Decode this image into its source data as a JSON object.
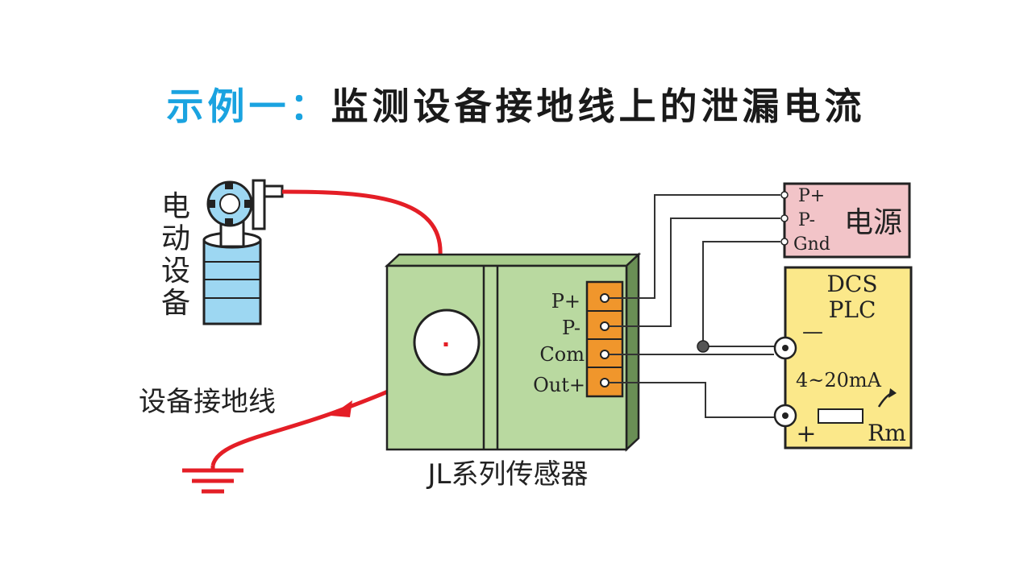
{
  "title": {
    "prefix": "示例一：",
    "text": "监测设备接地线上的泄漏电流"
  },
  "labels": {
    "motor": [
      "电",
      "动",
      "设",
      "备"
    ],
    "ground_wire": "设备接地线",
    "sensor": "JL系列传感器",
    "power_supply": "电源",
    "dcs_line1": "DCS",
    "dcs_line2": "PLC",
    "current_range": "4~20mA",
    "resistor": "Rm",
    "minus": "—",
    "plus": "+"
  },
  "sensor_terminals": [
    "P+",
    "P-",
    "Com",
    "Out+"
  ],
  "power_terminals": [
    "P+",
    "P-",
    "Gnd"
  ],
  "colors": {
    "title_prefix": "#1aa3e0",
    "sensor_body": "#b9d9a0",
    "terminal_block": "#f0962c",
    "power_box": "#f2c4c8",
    "dcs_box": "#fbe88a",
    "ground_wire": "#e41e26",
    "motor": "#9dd7f2"
  }
}
